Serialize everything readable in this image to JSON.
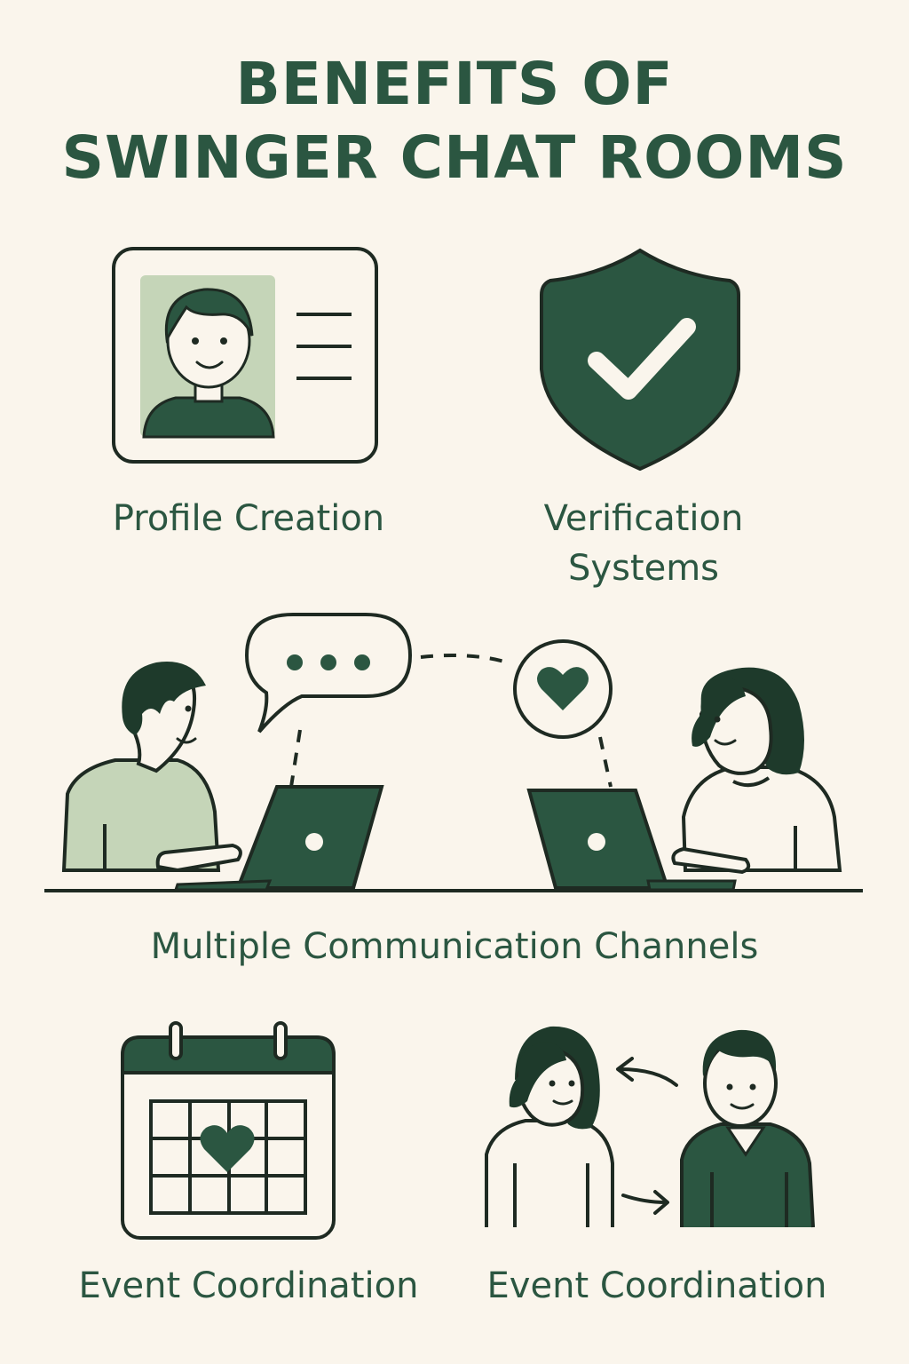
{
  "title": {
    "line1": "BENEFITS OF",
    "line2": "SWINGER CHAT ROOMS"
  },
  "features": [
    {
      "label": "Profile Creation",
      "icon": "profile-card-icon"
    },
    {
      "label_line1": "Verification",
      "label_line2": "Systems",
      "icon": "shield-check-icon"
    },
    {
      "label": "Multiple Communication Channels",
      "icon": "chatting-people-icon"
    },
    {
      "label": "Event Coordination",
      "icon": "calendar-heart-icon"
    },
    {
      "label": "Event Coordination",
      "icon": "people-exchange-icon"
    }
  ],
  "colors": {
    "background": "#faf5ec",
    "primary": "#2b5641",
    "light": "#c5d5b8",
    "outline": "#1e2a22"
  }
}
